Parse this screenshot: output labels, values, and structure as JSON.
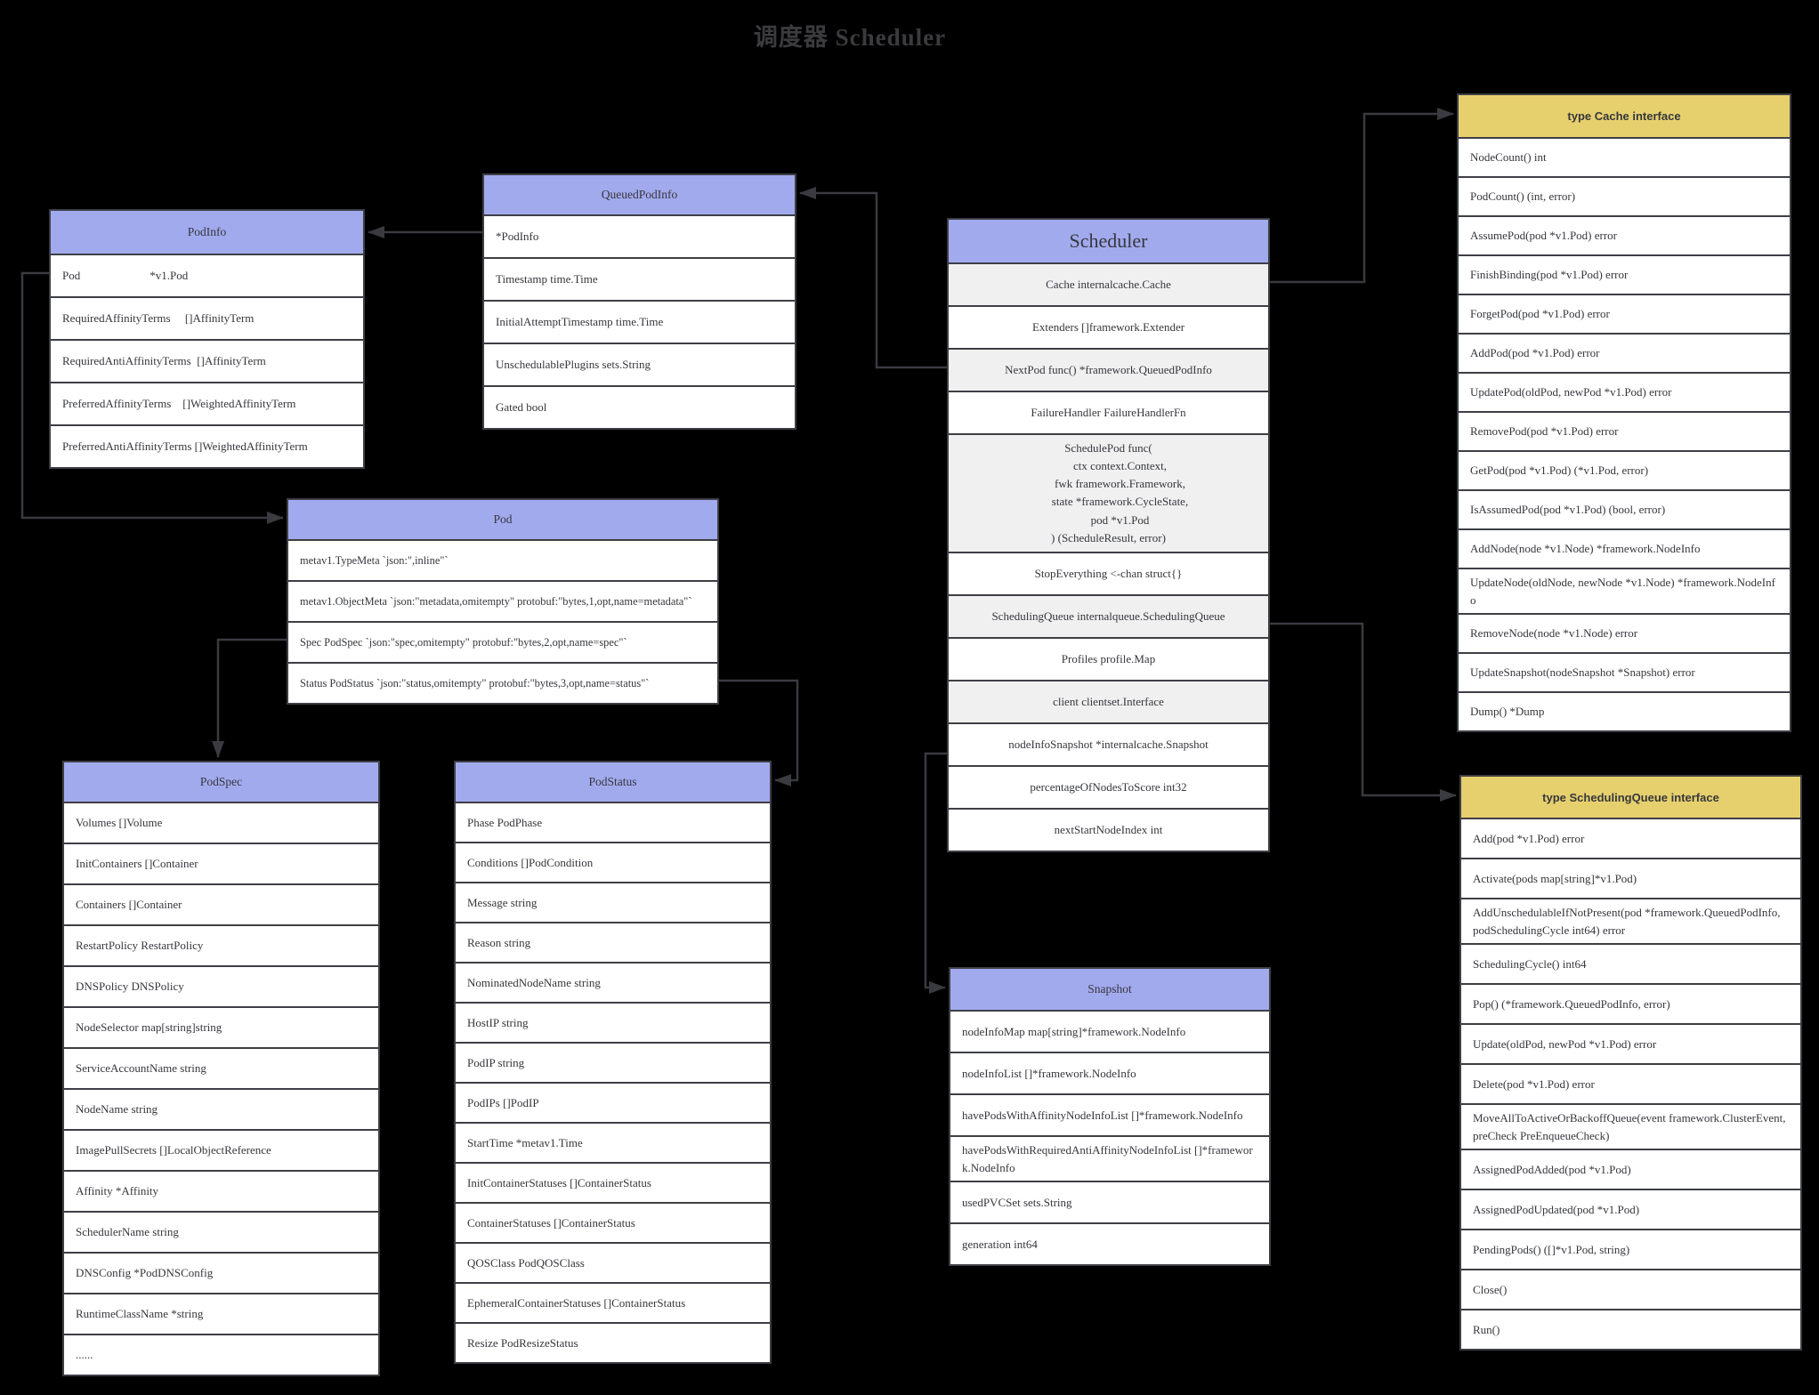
{
  "page_title": "调度器 Scheduler",
  "colors": {
    "background": "#000000",
    "struct_header": "#a2aaee",
    "interface_header": "#e6d06d",
    "row": "#ffffff",
    "row_alt": "#f0f0f1",
    "border": "#3e3f45",
    "text": "#36373c",
    "connector": "#3a3b40",
    "title_text": "#3b3b3e"
  },
  "boxes": [
    {
      "id": "podinfo",
      "title": "PodInfo",
      "kind": "struct",
      "rows": [
        {
          "text": "Pod                        *v1.Pod"
        },
        {
          "text": "RequiredAffinityTerms     []AffinityTerm"
        },
        {
          "text": "RequiredAntiAffinityTerms  []AffinityTerm"
        },
        {
          "text": "PreferredAffinityTerms    []WeightedAffinityTerm"
        },
        {
          "text": "PreferredAntiAffinityTerms []WeightedAffinityTerm"
        }
      ]
    },
    {
      "id": "queuedpodinfo",
      "title": "QueuedPodInfo",
      "kind": "struct",
      "rows": [
        {
          "text": "*PodInfo"
        },
        {
          "text": "Timestamp time.Time"
        },
        {
          "text": "InitialAttemptTimestamp time.Time"
        },
        {
          "text": "UnschedulablePlugins sets.String"
        },
        {
          "text": "Gated bool"
        }
      ]
    },
    {
      "id": "scheduler",
      "title": "Scheduler",
      "kind": "struct",
      "rows": [
        {
          "text": "Cache internalcache.Cache",
          "alt": true
        },
        {
          "text": "Extenders []framework.Extender"
        },
        {
          "text": "NextPod func() *framework.QueuedPodInfo",
          "alt": true
        },
        {
          "text": "FailureHandler FailureHandlerFn"
        },
        {
          "text": "SchedulePod func(\n        ctx context.Context,\n        fwk framework.Framework,\n        state *framework.CycleState,\n        pod *v1.Pod\n) (ScheduleResult, error)",
          "alt": true,
          "pre": true
        },
        {
          "text": "StopEverything <-chan struct{}"
        },
        {
          "text": "SchedulingQueue internalqueue.SchedulingQueue",
          "alt": true
        },
        {
          "text": "Profiles profile.Map"
        },
        {
          "text": "client clientset.Interface",
          "alt": true
        },
        {
          "text": "nodeInfoSnapshot *internalcache.Snapshot"
        },
        {
          "text": "percentageOfNodesToScore int32"
        },
        {
          "text": "nextStartNodeIndex int"
        }
      ]
    },
    {
      "id": "cacheinterface",
      "title": "type Cache interface",
      "kind": "interface",
      "rows": [
        {
          "text": "NodeCount() int"
        },
        {
          "text": "PodCount() (int, error)"
        },
        {
          "text": "AssumePod(pod *v1.Pod) error"
        },
        {
          "text": "FinishBinding(pod *v1.Pod) error"
        },
        {
          "text": "ForgetPod(pod *v1.Pod) error"
        },
        {
          "text": "AddPod(pod *v1.Pod) error"
        },
        {
          "text": "UpdatePod(oldPod, newPod *v1.Pod) error"
        },
        {
          "text": "RemovePod(pod *v1.Pod) error"
        },
        {
          "text": "GetPod(pod *v1.Pod) (*v1.Pod, error)"
        },
        {
          "text": "IsAssumedPod(pod *v1.Pod) (bool, error)"
        },
        {
          "text": "AddNode(node *v1.Node) *framework.NodeInfo"
        },
        {
          "text": "UpdateNode(oldNode, newNode *v1.Node) *framework.NodeInfo"
        },
        {
          "text": "RemoveNode(node *v1.Node) error"
        },
        {
          "text": "UpdateSnapshot(nodeSnapshot *Snapshot) error"
        },
        {
          "text": "Dump() *Dump"
        }
      ]
    },
    {
      "id": "pod",
      "title": "Pod",
      "kind": "struct",
      "rows": [
        {
          "text": "metav1.TypeMeta `json:\",inline\"`"
        },
        {
          "text": "metav1.ObjectMeta `json:\"metadata,omitempty\" protobuf:\"bytes,1,opt,name=metadata\"`"
        },
        {
          "text": "Spec PodSpec `json:\"spec,omitempty\" protobuf:\"bytes,2,opt,name=spec\"`"
        },
        {
          "text": "Status PodStatus `json:\"status,omitempty\" protobuf:\"bytes,3,opt,name=status\"`"
        }
      ]
    },
    {
      "id": "podspec",
      "title": "PodSpec",
      "kind": "struct",
      "rows": [
        {
          "text": "Volumes []Volume"
        },
        {
          "text": "InitContainers []Container"
        },
        {
          "text": "Containers []Container"
        },
        {
          "text": "RestartPolicy RestartPolicy"
        },
        {
          "text": "DNSPolicy DNSPolicy"
        },
        {
          "text": "NodeSelector map[string]string"
        },
        {
          "text": "ServiceAccountName string"
        },
        {
          "text": "NodeName string"
        },
        {
          "text": "ImagePullSecrets []LocalObjectReference"
        },
        {
          "text": "Affinity *Affinity"
        },
        {
          "text": "SchedulerName string"
        },
        {
          "text": "DNSConfig *PodDNSConfig"
        },
        {
          "text": "RuntimeClassName *string"
        },
        {
          "text": "......"
        }
      ]
    },
    {
      "id": "podstatus",
      "title": "PodStatus",
      "kind": "struct",
      "rows": [
        {
          "text": "Phase PodPhase"
        },
        {
          "text": "Conditions []PodCondition"
        },
        {
          "text": "Message string"
        },
        {
          "text": "Reason string"
        },
        {
          "text": "NominatedNodeName string"
        },
        {
          "text": "HostIP string"
        },
        {
          "text": "PodIP string"
        },
        {
          "text": "PodIPs []PodIP"
        },
        {
          "text": "StartTime *metav1.Time"
        },
        {
          "text": "InitContainerStatuses []ContainerStatus"
        },
        {
          "text": "ContainerStatuses []ContainerStatus"
        },
        {
          "text": "QOSClass PodQOSClass"
        },
        {
          "text": "EphemeralContainerStatuses []ContainerStatus"
        },
        {
          "text": "Resize PodResizeStatus"
        }
      ]
    },
    {
      "id": "snapshot",
      "title": "Snapshot",
      "kind": "struct",
      "rows": [
        {
          "text": "nodeInfoMap map[string]*framework.NodeInfo"
        },
        {
          "text": "nodeInfoList []*framework.NodeInfo"
        },
        {
          "text": "havePodsWithAffinityNodeInfoList []*framework.NodeInfo"
        },
        {
          "text": "havePodsWithRequiredAntiAffinityNodeInfoList []*framework.NodeInfo"
        },
        {
          "text": "usedPVCSet sets.String"
        },
        {
          "text": "generation int64"
        }
      ]
    },
    {
      "id": "schedulingqueueinterface",
      "title": "type SchedulingQueue interface",
      "kind": "interface",
      "rows": [
        {
          "text": "Add(pod *v1.Pod) error"
        },
        {
          "text": "Activate(pods map[string]*v1.Pod)"
        },
        {
          "text": "AddUnschedulableIfNotPresent(pod *framework.QueuedPodInfo, podSchedulingCycle int64) error"
        },
        {
          "text": "SchedulingCycle() int64"
        },
        {
          "text": "Pop() (*framework.QueuedPodInfo, error)"
        },
        {
          "text": "Update(oldPod, newPod *v1.Pod) error"
        },
        {
          "text": "Delete(pod *v1.Pod) error"
        },
        {
          "text": "MoveAllToActiveOrBackoffQueue(event framework.ClusterEvent, preCheck PreEnqueueCheck)"
        },
        {
          "text": "AssignedPodAdded(pod *v1.Pod)"
        },
        {
          "text": "AssignedPodUpdated(pod *v1.Pod)"
        },
        {
          "text": "PendingPods() ([]*v1.Pod, string)"
        },
        {
          "text": "Close()"
        },
        {
          "text": "Run()"
        }
      ]
    }
  ],
  "connections": [
    {
      "from": "scheduler",
      "to": "cacheinterface",
      "label": "Cache"
    },
    {
      "from": "scheduler",
      "to": "schedulingqueueinterface",
      "label": "SchedulingQueue"
    },
    {
      "from": "scheduler",
      "to": "queuedpodinfo",
      "label": "NextPod"
    },
    {
      "from": "queuedpodinfo",
      "to": "podinfo",
      "label": "*PodInfo"
    },
    {
      "from": "podinfo",
      "to": "pod",
      "label": "Pod"
    },
    {
      "from": "pod",
      "to": "podspec",
      "label": "Spec"
    },
    {
      "from": "pod",
      "to": "podstatus",
      "label": "Status"
    },
    {
      "from": "scheduler",
      "to": "snapshot",
      "label": "nodeInfoSnapshot"
    }
  ]
}
